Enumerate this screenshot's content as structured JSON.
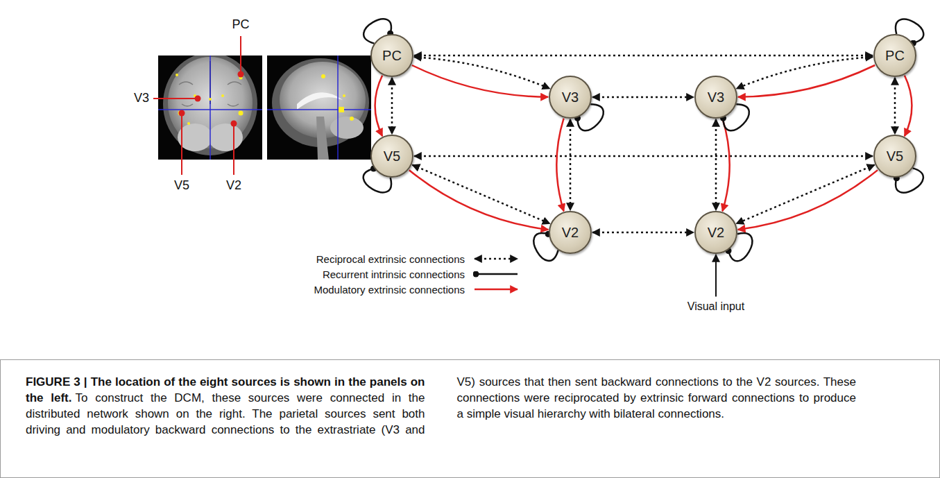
{
  "diagram": {
    "title": "FIGURE 3 | The location of the eight sources is shown in the panels on the left.",
    "caption": "To construct the DCM, these sources were connected in the distributed network shown on the right. The parietal sources sent both driving and modulatory backward connections to the extrastriate (V3 and V5) sources that then sent backward connections to the V2 sources. These connections were reciprocated by extrinsic forward connections to produce a simple visual hierarchy with bilateral connections.",
    "nodes": [
      {
        "text": [
          "PC"
        ]
      },
      {
        "text": [
          "PC"
        ]
      },
      {
        "text": [
          "V3"
        ]
      },
      {
        "text": [
          "V3"
        ]
      },
      {
        "text": [
          "V5"
        ]
      },
      {
        "text": [
          "V5"
        ]
      },
      {
        "text": [
          "V2"
        ]
      },
      {
        "text": [
          "V2"
        ]
      }
    ],
    "edges": [
      {
        "from": 0,
        "to": 1,
        "arrow": "both"
      },
      {
        "from": 0,
        "to": 2,
        "arrow": "both"
      },
      {
        "from": 1,
        "to": 3,
        "arrow": "both"
      },
      {
        "from": 2,
        "to": 3,
        "arrow": "both"
      },
      {
        "from": 0,
        "to": 4,
        "arrow": "both"
      },
      {
        "from": 1,
        "to": 5,
        "arrow": "both"
      },
      {
        "from": 2,
        "to": 6,
        "arrow": "both"
      },
      {
        "from": 3,
        "to": 7,
        "arrow": "both"
      },
      {
        "from": 4,
        "to": 5,
        "arrow": "both"
      },
      {
        "from": 4,
        "to": 6,
        "arrow": "both"
      },
      {
        "from": 5,
        "to": 7,
        "arrow": "both"
      },
      {
        "from": 6,
        "to": 7,
        "arrow": "both"
      },
      {
        "from": 0,
        "to": 2,
        "arrow": "to"
      },
      {
        "from": 1,
        "to": 3,
        "arrow": "to"
      },
      {
        "from": 0,
        "to": 4,
        "arrow": "to"
      },
      {
        "from": 1,
        "to": 5,
        "arrow": "to"
      },
      {
        "from": 2,
        "to": 6,
        "arrow": "to"
      },
      {
        "from": 3,
        "to": 7,
        "arrow": "to"
      },
      {
        "from": 4,
        "to": 6,
        "arrow": "to"
      },
      {
        "from": 5,
        "to": 7,
        "arrow": "to"
      },
      {
        "from": 0,
        "to": 0,
        "arrow": "to"
      },
      {
        "from": 1,
        "to": 1,
        "arrow": "to"
      },
      {
        "from": 2,
        "to": 2,
        "arrow": "to"
      },
      {
        "from": 3,
        "to": 3,
        "arrow": "to"
      },
      {
        "from": 4,
        "to": 4,
        "arrow": "to"
      },
      {
        "from": 5,
        "to": 5,
        "arrow": "to"
      },
      {
        "from": 6,
        "to": 6,
        "arrow": "to"
      },
      {
        "from": 7,
        "to": 7,
        "arrow": "to"
      }
    ],
    "labels": [
      "PC",
      "V3",
      "V5",
      "V2",
      "Visual input"
    ],
    "legend": [
      {
        "text": "Reciprocal extrinsic connections"
      },
      {
        "text": "Recurrent intrinsic connections"
      },
      {
        "text": "Modulatory extrinsic connections"
      }
    ]
  }
}
